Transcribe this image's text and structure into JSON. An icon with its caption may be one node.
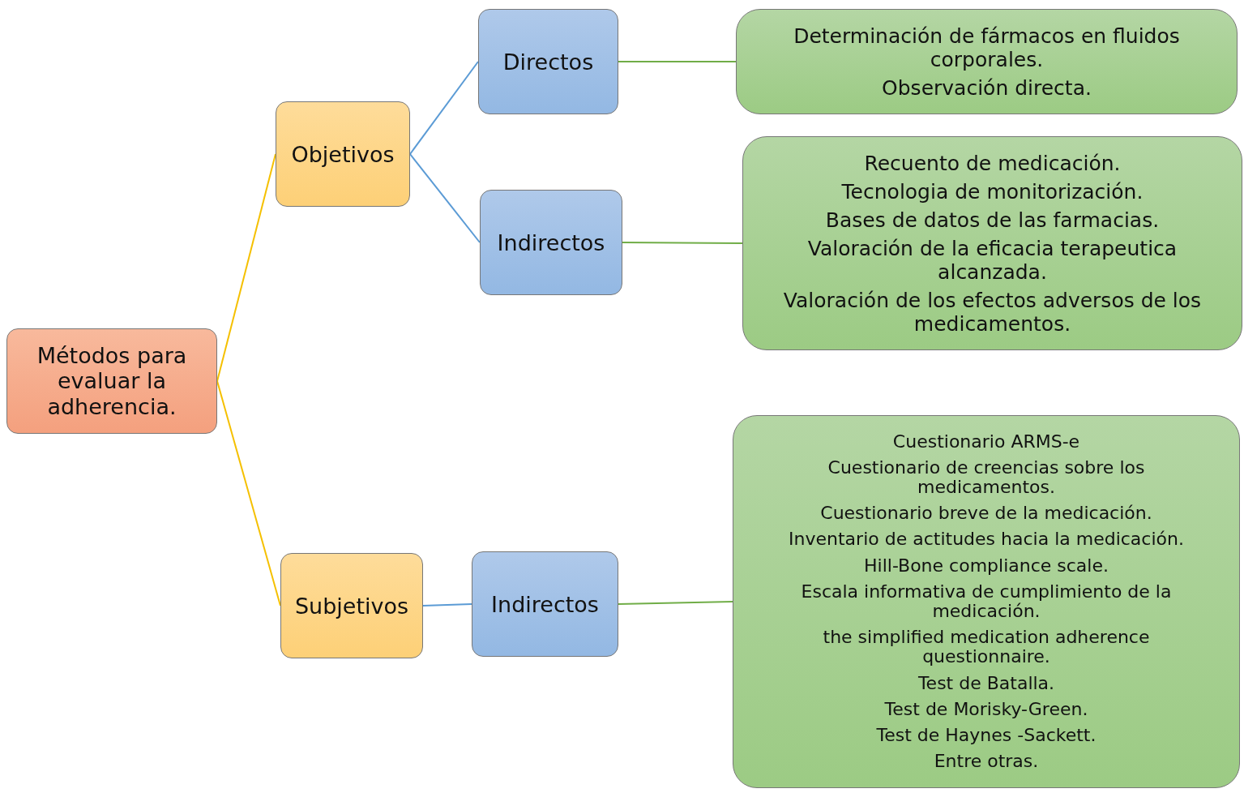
{
  "diagram": {
    "nodes": [
      {
        "text": [
          "Métodos para evaluar la adherencia."
        ]
      },
      {
        "text": [
          "Objetivos"
        ]
      },
      {
        "text": [
          "Subjetivos"
        ]
      },
      {
        "text": [
          "Directos"
        ]
      },
      {
        "text": [
          "Indirectos"
        ]
      },
      {
        "text": [
          "Indirectos"
        ]
      },
      {
        "text": [
          "Determinación de fármacos en fluidos corporales.",
          "Observación directa."
        ]
      },
      {
        "text": [
          "Recuento de medicación.",
          "Tecnologia de monitorización.",
          "Bases de datos de las farmacias.",
          "Valoración de la eficacia terapeutica alcanzada.",
          "Valoración de los efectos adversos de los medicamentos."
        ]
      },
      {
        "text": [
          "Cuestionario ARMS-e",
          "Cuestionario de creencias sobre los medicamentos.",
          "Cuestionario breve de la medicación.",
          "Inventario de actitudes hacia la medicación.",
          "Hill-Bone compliance scale.",
          "Escala informativa de cumplimiento de la medicación.",
          "the simplified medication adherence questionnaire.",
          "Test de Batalla.",
          "Test de Morisky-Green.",
          "Test de Haynes -Sackett.",
          "Entre otras."
        ]
      }
    ],
    "edges": [
      {
        "from": 0,
        "to": 1,
        "arrow": "none",
        "color": "#f5c000"
      },
      {
        "from": 0,
        "to": 2,
        "arrow": "none",
        "color": "#f5c000"
      },
      {
        "from": 1,
        "to": 3,
        "arrow": "none",
        "color": "#5b9bd5"
      },
      {
        "from": 1,
        "to": 4,
        "arrow": "none",
        "color": "#5b9bd5"
      },
      {
        "from": 2,
        "to": 5,
        "arrow": "none",
        "color": "#5b9bd5"
      },
      {
        "from": 3,
        "to": 6,
        "arrow": "none",
        "color": "#70ad47"
      },
      {
        "from": 4,
        "to": 7,
        "arrow": "none",
        "color": "#70ad47"
      },
      {
        "from": 5,
        "to": 8,
        "arrow": "none",
        "color": "#70ad47"
      }
    ]
  }
}
